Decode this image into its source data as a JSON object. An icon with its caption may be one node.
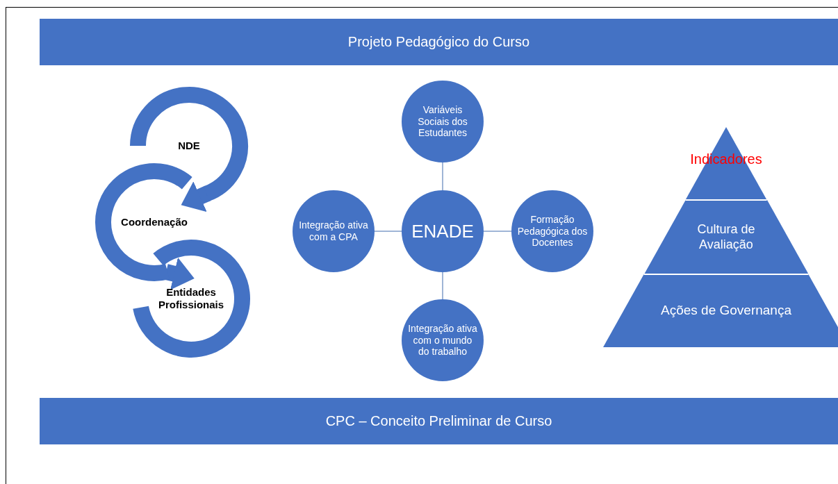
{
  "diagram": {
    "nodes": [
      {
        "text": [
          "Projeto Pedagógico do Curso"
        ]
      },
      {
        "text": [
          "NDE"
        ]
      },
      {
        "text": [
          "Coordenação"
        ]
      },
      {
        "text": [
          "Entidades Profissionais"
        ]
      },
      {
        "text": [
          "Variáveis Sociais dos Estudantes"
        ]
      },
      {
        "text": [
          "Integração ativa com a CPA"
        ]
      },
      {
        "text": [
          "ENADE"
        ]
      },
      {
        "text": [
          "Formação Pedagógica dos Docentes"
        ]
      },
      {
        "text": [
          "Integração ativa com o mundo do trabalho"
        ]
      },
      {
        "text": [
          "Indicadores"
        ]
      },
      {
        "text": [
          "Cultura de Avaliação"
        ]
      },
      {
        "text": [
          "Ações de Governança"
        ]
      },
      {
        "text": [
          "CPC – Conceito Preliminar de Curso"
        ]
      }
    ],
    "edges": [
      {
        "from": 1,
        "to": 2,
        "arrow": "to",
        "style": "thick"
      },
      {
        "from": 2,
        "to": 3,
        "arrow": "to",
        "style": "thick"
      },
      {
        "from": 4,
        "to": 6,
        "arrow": "none"
      },
      {
        "from": 5,
        "to": 6,
        "arrow": "none"
      },
      {
        "from": 6,
        "to": 7,
        "arrow": "none"
      },
      {
        "from": 6,
        "to": 8,
        "arrow": "none"
      }
    ]
  }
}
